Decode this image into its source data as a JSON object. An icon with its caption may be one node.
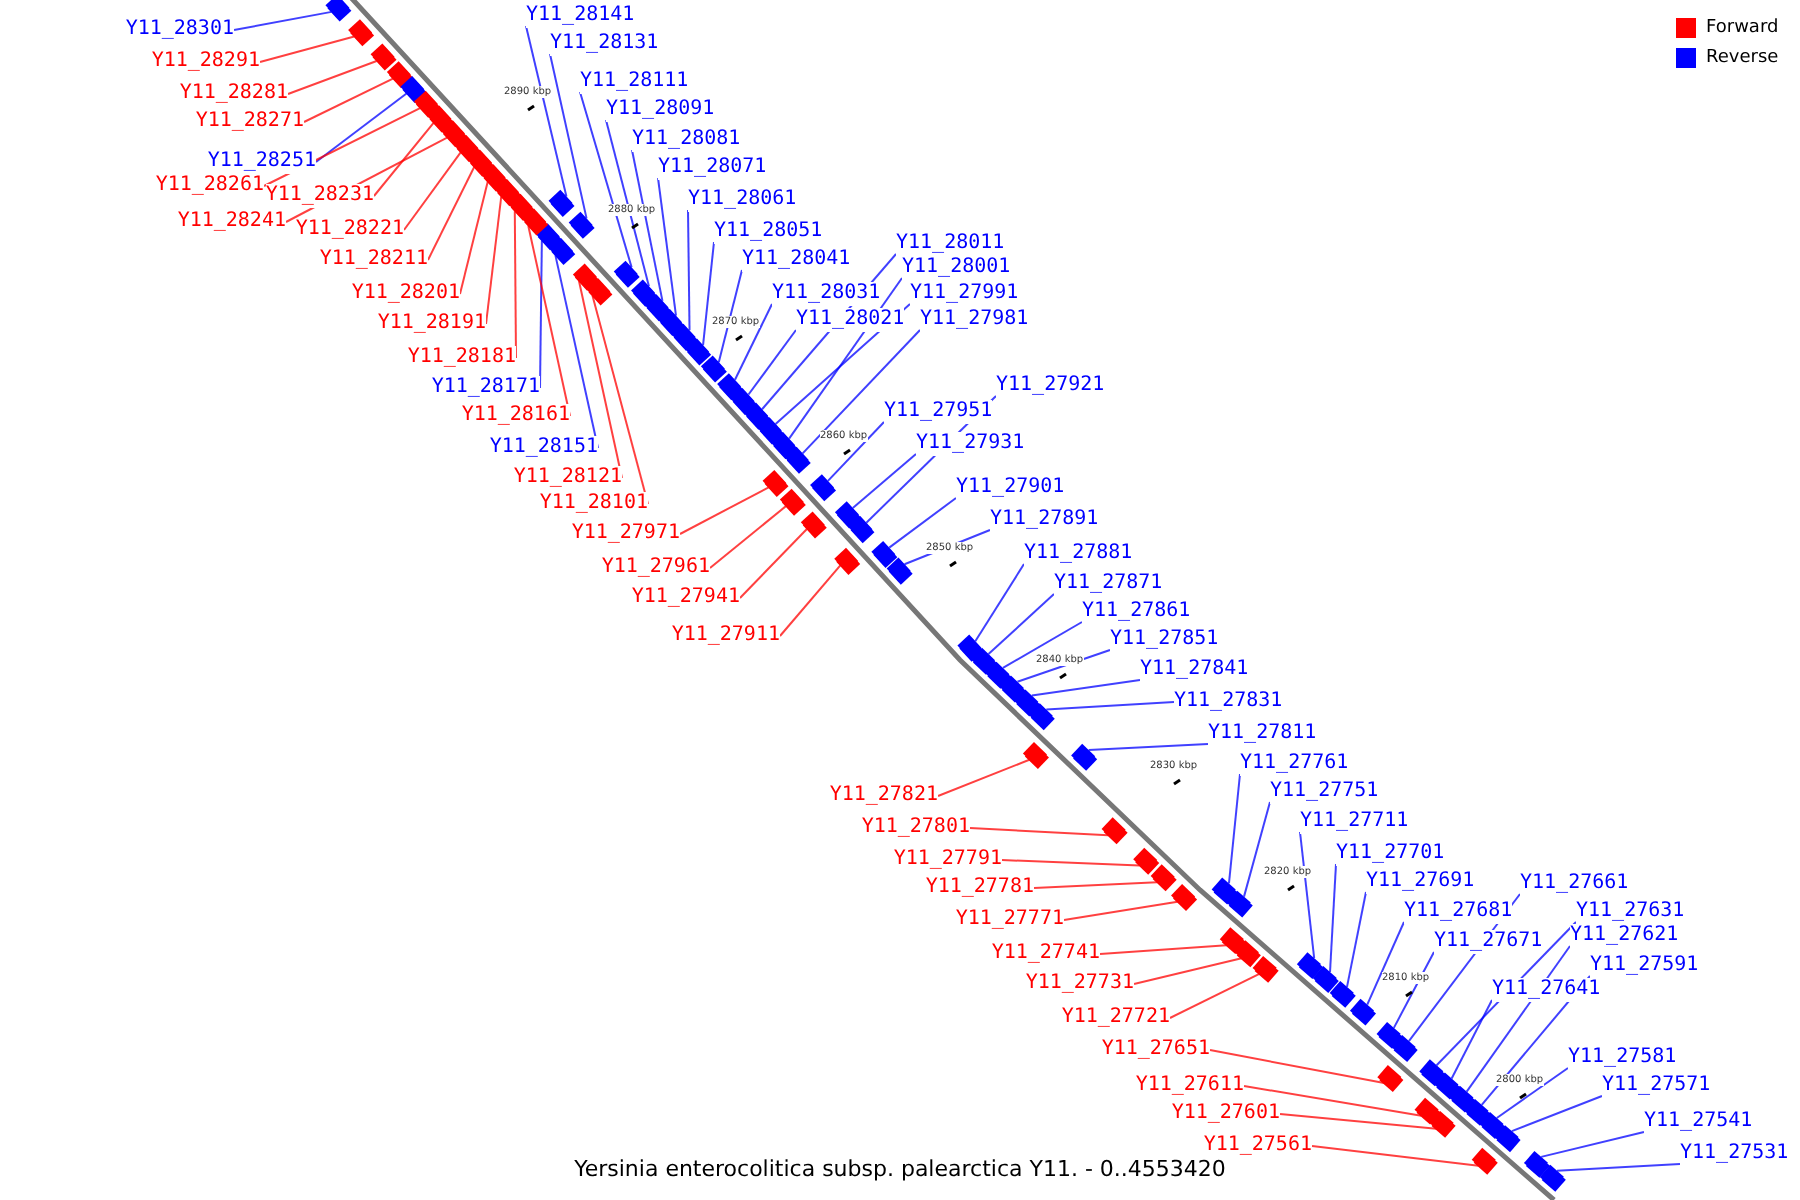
{
  "diagram": {
    "caption": "Yersinia enterocolitica subsp. palearctica Y11. - 0..4553420",
    "nodes": [
      {
        "text": [
          "Y11_28301"
        ]
      },
      {
        "text": [
          "Y11_28291"
        ]
      },
      {
        "text": [
          "Y11_28281"
        ]
      },
      {
        "text": [
          "Y11_28271"
        ]
      },
      {
        "text": [
          "Y11_28251"
        ]
      },
      {
        "text": [
          "Y11_28261"
        ]
      },
      {
        "text": [
          "Y11_28231"
        ]
      },
      {
        "text": [
          "Y11_28241"
        ]
      },
      {
        "text": [
          "Y11_28221"
        ]
      },
      {
        "text": [
          "Y11_28211"
        ]
      },
      {
        "text": [
          "Y11_28201"
        ]
      },
      {
        "text": [
          "Y11_28191"
        ]
      },
      {
        "text": [
          "Y11_28181"
        ]
      },
      {
        "text": [
          "Y11_28171"
        ]
      },
      {
        "text": [
          "Y11_28161"
        ]
      },
      {
        "text": [
          "Y11_28151"
        ]
      },
      {
        "text": [
          "Y11_28121"
        ]
      },
      {
        "text": [
          "Y11_28101"
        ]
      },
      {
        "text": [
          "Y11_27971"
        ]
      },
      {
        "text": [
          "Y11_27961"
        ]
      },
      {
        "text": [
          "Y11_27941"
        ]
      },
      {
        "text": [
          "Y11_27911"
        ]
      },
      {
        "text": [
          "Y11_28141"
        ]
      },
      {
        "text": [
          "Y11_28131"
        ]
      },
      {
        "text": [
          "Y11_28111"
        ]
      },
      {
        "text": [
          "Y11_28091"
        ]
      },
      {
        "text": [
          "Y11_28081"
        ]
      },
      {
        "text": [
          "Y11_28071"
        ]
      },
      {
        "text": [
          "Y11_28061"
        ]
      },
      {
        "text": [
          "Y11_28051"
        ]
      },
      {
        "text": [
          "Y11_28041"
        ]
      },
      {
        "text": [
          "Y11_28031"
        ]
      },
      {
        "text": [
          "Y11_28021"
        ]
      },
      {
        "text": [
          "Y11_28011"
        ]
      },
      {
        "text": [
          "Y11_28001"
        ]
      },
      {
        "text": [
          "Y11_27991"
        ]
      },
      {
        "text": [
          "Y11_27981"
        ]
      },
      {
        "text": [
          "Y11_27921"
        ]
      },
      {
        "text": [
          "Y11_27951"
        ]
      },
      {
        "text": [
          "Y11_27931"
        ]
      },
      {
        "text": [
          "Y11_27901"
        ]
      },
      {
        "text": [
          "Y11_27891"
        ]
      },
      {
        "text": [
          "Y11_27881"
        ]
      },
      {
        "text": [
          "Y11_27871"
        ]
      },
      {
        "text": [
          "Y11_27861"
        ]
      },
      {
        "text": [
          "Y11_27851"
        ]
      },
      {
        "text": [
          "Y11_27841"
        ]
      },
      {
        "text": [
          "Y11_27831"
        ]
      },
      {
        "text": [
          "Y11_27811"
        ]
      },
      {
        "text": [
          "Y11_27761"
        ]
      },
      {
        "text": [
          "Y11_27751"
        ]
      },
      {
        "text": [
          "Y11_27711"
        ]
      },
      {
        "text": [
          "Y11_27701"
        ]
      },
      {
        "text": [
          "Y11_27691"
        ]
      },
      {
        "text": [
          "Y11_27681"
        ]
      },
      {
        "text": [
          "Y11_27671"
        ]
      },
      {
        "text": [
          "Y11_27661"
        ]
      },
      {
        "text": [
          "Y11_27631"
        ]
      },
      {
        "text": [
          "Y11_27621"
        ]
      },
      {
        "text": [
          "Y11_27591"
        ]
      },
      {
        "text": [
          "Y11_27641"
        ]
      },
      {
        "text": [
          "Y11_27581"
        ]
      },
      {
        "text": [
          "Y11_27571"
        ]
      },
      {
        "text": [
          "Y11_27541"
        ]
      },
      {
        "text": [
          "Y11_27531"
        ]
      },
      {
        "text": [
          "Y11_27821"
        ]
      },
      {
        "text": [
          "Y11_27801"
        ]
      },
      {
        "text": [
          "Y11_27791"
        ]
      },
      {
        "text": [
          "Y11_27781"
        ]
      },
      {
        "text": [
          "Y11_27771"
        ]
      },
      {
        "text": [
          "Y11_27741"
        ]
      },
      {
        "text": [
          "Y11_27731"
        ]
      },
      {
        "text": [
          "Y11_27721"
        ]
      },
      {
        "text": [
          "Y11_27651"
        ]
      },
      {
        "text": [
          "Y11_27611"
        ]
      },
      {
        "text": [
          "Y11_27601"
        ]
      },
      {
        "text": [
          "Y11_27561"
        ]
      },
      {
        "text": [],
        "shape": "box"
      },
      {
        "text": [],
        "shape": "box"
      },
      {
        "text": [],
        "shape": "box"
      },
      {
        "text": [],
        "shape": "box"
      },
      {
        "text": [],
        "shape": "box"
      },
      {
        "text": [],
        "shape": "box"
      },
      {
        "text": [],
        "shape": "box"
      },
      {
        "text": [],
        "shape": "box"
      },
      {
        "text": [],
        "shape": "box"
      },
      {
        "text": [],
        "shape": "box"
      },
      {
        "text": [],
        "shape": "box"
      },
      {
        "text": [],
        "shape": "box"
      },
      {
        "text": [],
        "shape": "box"
      },
      {
        "text": [],
        "shape": "box"
      },
      {
        "text": [],
        "shape": "box"
      },
      {
        "text": [],
        "shape": "box"
      },
      {
        "text": [],
        "shape": "box"
      },
      {
        "text": [],
        "shape": "box"
      },
      {
        "text": [],
        "shape": "box"
      },
      {
        "text": [],
        "shape": "box"
      },
      {
        "text": [],
        "shape": "box"
      },
      {
        "text": [],
        "shape": "box"
      },
      {
        "text": [],
        "shape": "box"
      },
      {
        "text": [],
        "shape": "box"
      },
      {
        "text": [],
        "shape": "box"
      },
      {
        "text": [],
        "shape": "box"
      },
      {
        "text": [],
        "shape": "box"
      },
      {
        "text": [],
        "shape": "box"
      },
      {
        "text": [],
        "shape": "box"
      },
      {
        "text": [],
        "shape": "box"
      },
      {
        "text": [],
        "shape": "box"
      },
      {
        "text": [],
        "shape": "box"
      },
      {
        "text": [],
        "shape": "box"
      },
      {
        "text": [],
        "shape": "box"
      },
      {
        "text": [],
        "shape": "box"
      },
      {
        "text": [],
        "shape": "box"
      },
      {
        "text": [],
        "shape": "box"
      },
      {
        "text": [],
        "shape": "box"
      },
      {
        "text": [],
        "shape": "box"
      },
      {
        "text": [],
        "shape": "box"
      },
      {
        "text": [],
        "shape": "box"
      },
      {
        "text": [],
        "shape": "box"
      },
      {
        "text": [],
        "shape": "box"
      },
      {
        "text": [],
        "shape": "box"
      },
      {
        "text": [],
        "shape": "box"
      },
      {
        "text": [],
        "shape": "box"
      },
      {
        "text": [],
        "shape": "box"
      },
      {
        "text": [],
        "shape": "box"
      },
      {
        "text": [],
        "shape": "box"
      },
      {
        "text": [],
        "shape": "box"
      },
      {
        "text": [],
        "shape": "box"
      },
      {
        "text": [],
        "shape": "box"
      },
      {
        "text": [],
        "shape": "box"
      },
      {
        "text": [],
        "shape": "box"
      },
      {
        "text": [],
        "shape": "box"
      },
      {
        "text": [],
        "shape": "box"
      },
      {
        "text": [],
        "shape": "box"
      },
      {
        "text": [],
        "shape": "box"
      },
      {
        "text": [],
        "shape": "box"
      },
      {
        "text": [],
        "shape": "box"
      },
      {
        "text": [],
        "shape": "box"
      },
      {
        "text": [],
        "shape": "box"
      },
      {
        "text": [],
        "shape": "box"
      },
      {
        "text": [],
        "shape": "box"
      },
      {
        "text": [],
        "shape": "box"
      },
      {
        "text": [],
        "shape": "box"
      },
      {
        "text": [],
        "shape": "box"
      },
      {
        "text": [],
        "shape": "box"
      },
      {
        "text": [],
        "shape": "box"
      },
      {
        "text": [],
        "shape": "box"
      },
      {
        "text": [],
        "shape": "box"
      },
      {
        "text": [],
        "shape": "box"
      },
      {
        "text": [],
        "shape": "box"
      },
      {
        "text": [],
        "shape": "box"
      },
      {
        "text": [],
        "shape": "box"
      },
      {
        "text": [],
        "shape": "box"
      },
      {
        "text": [],
        "shape": "box"
      }
    ],
    "edges": [
      {
        "from": 0,
        "to": 77,
        "arrow": "none",
        "color": "#0000ff"
      },
      {
        "from": 1,
        "to": 78,
        "arrow": "none",
        "color": "#ff0000"
      },
      {
        "from": 2,
        "to": 79,
        "arrow": "none",
        "color": "#ff0000"
      },
      {
        "from": 3,
        "to": 80,
        "arrow": "none",
        "color": "#ff0000"
      },
      {
        "from": 4,
        "to": 81,
        "arrow": "none",
        "color": "#0000ff"
      },
      {
        "from": 5,
        "to": 82,
        "arrow": "none",
        "color": "#ff0000"
      },
      {
        "from": 6,
        "to": 83,
        "arrow": "none",
        "color": "#ff0000"
      },
      {
        "from": 7,
        "to": 84,
        "arrow": "none",
        "color": "#ff0000"
      },
      {
        "from": 8,
        "to": 85,
        "arrow": "none",
        "color": "#ff0000"
      },
      {
        "from": 9,
        "to": 86,
        "arrow": "none",
        "color": "#ff0000"
      },
      {
        "from": 10,
        "to": 87,
        "arrow": "none",
        "color": "#ff0000"
      },
      {
        "from": 11,
        "to": 88,
        "arrow": "none",
        "color": "#ff0000"
      },
      {
        "from": 12,
        "to": 89,
        "arrow": "none",
        "color": "#ff0000"
      },
      {
        "from": 13,
        "to": 90,
        "arrow": "none",
        "color": "#0000ff"
      },
      {
        "from": 14,
        "to": 91,
        "arrow": "none",
        "color": "#ff0000"
      },
      {
        "from": 15,
        "to": 92,
        "arrow": "none",
        "color": "#0000ff"
      },
      {
        "from": 16,
        "to": 93,
        "arrow": "none",
        "color": "#ff0000"
      },
      {
        "from": 17,
        "to": 94,
        "arrow": "none",
        "color": "#ff0000"
      },
      {
        "from": 18,
        "to": 95,
        "arrow": "none",
        "color": "#ff0000"
      },
      {
        "from": 19,
        "to": 96,
        "arrow": "none",
        "color": "#ff0000"
      },
      {
        "from": 20,
        "to": 97,
        "arrow": "none",
        "color": "#ff0000"
      },
      {
        "from": 21,
        "to": 98,
        "arrow": "none",
        "color": "#ff0000"
      },
      {
        "from": 22,
        "to": 99,
        "arrow": "none",
        "color": "#0000ff"
      },
      {
        "from": 23,
        "to": 100,
        "arrow": "none",
        "color": "#0000ff"
      },
      {
        "from": 24,
        "to": 101,
        "arrow": "none",
        "color": "#0000ff"
      },
      {
        "from": 25,
        "to": 102,
        "arrow": "none",
        "color": "#0000ff"
      },
      {
        "from": 26,
        "to": 103,
        "arrow": "none",
        "color": "#0000ff"
      },
      {
        "from": 27,
        "to": 104,
        "arrow": "none",
        "color": "#0000ff"
      },
      {
        "from": 28,
        "to": 105,
        "arrow": "none",
        "color": "#0000ff"
      },
      {
        "from": 29,
        "to": 106,
        "arrow": "none",
        "color": "#0000ff"
      },
      {
        "from": 30,
        "to": 107,
        "arrow": "none",
        "color": "#0000ff"
      },
      {
        "from": 31,
        "to": 108,
        "arrow": "none",
        "color": "#0000ff"
      },
      {
        "from": 32,
        "to": 109,
        "arrow": "none",
        "color": "#0000ff"
      },
      {
        "from": 33,
        "to": 110,
        "arrow": "none",
        "color": "#0000ff"
      },
      {
        "from": 34,
        "to": 111,
        "arrow": "none",
        "color": "#0000ff"
      },
      {
        "from": 35,
        "to": 112,
        "arrow": "none",
        "color": "#0000ff"
      },
      {
        "from": 36,
        "to": 113,
        "arrow": "none",
        "color": "#0000ff"
      },
      {
        "from": 37,
        "to": 114,
        "arrow": "none",
        "color": "#0000ff"
      },
      {
        "from": 38,
        "to": 115,
        "arrow": "none",
        "color": "#0000ff"
      },
      {
        "from": 39,
        "to": 116,
        "arrow": "none",
        "color": "#0000ff"
      },
      {
        "from": 40,
        "to": 117,
        "arrow": "none",
        "color": "#0000ff"
      },
      {
        "from": 41,
        "to": 118,
        "arrow": "none",
        "color": "#0000ff"
      },
      {
        "from": 42,
        "to": 119,
        "arrow": "none",
        "color": "#0000ff"
      },
      {
        "from": 43,
        "to": 120,
        "arrow": "none",
        "color": "#0000ff"
      },
      {
        "from": 44,
        "to": 121,
        "arrow": "none",
        "color": "#0000ff"
      },
      {
        "from": 45,
        "to": 122,
        "arrow": "none",
        "color": "#0000ff"
      },
      {
        "from": 46,
        "to": 123,
        "arrow": "none",
        "color": "#0000ff"
      },
      {
        "from": 47,
        "to": 124,
        "arrow": "none",
        "color": "#0000ff"
      },
      {
        "from": 48,
        "to": 125,
        "arrow": "none",
        "color": "#0000ff"
      },
      {
        "from": 49,
        "to": 126,
        "arrow": "none",
        "color": "#0000ff"
      },
      {
        "from": 50,
        "to": 127,
        "arrow": "none",
        "color": "#0000ff"
      },
      {
        "from": 51,
        "to": 128,
        "arrow": "none",
        "color": "#0000ff"
      },
      {
        "from": 52,
        "to": 129,
        "arrow": "none",
        "color": "#0000ff"
      },
      {
        "from": 53,
        "to": 130,
        "arrow": "none",
        "color": "#0000ff"
      },
      {
        "from": 54,
        "to": 131,
        "arrow": "none",
        "color": "#0000ff"
      },
      {
        "from": 55,
        "to": 132,
        "arrow": "none",
        "color": "#0000ff"
      },
      {
        "from": 56,
        "to": 133,
        "arrow": "none",
        "color": "#0000ff"
      },
      {
        "from": 57,
        "to": 134,
        "arrow": "none",
        "color": "#0000ff"
      },
      {
        "from": 58,
        "to": 135,
        "arrow": "none",
        "color": "#0000ff"
      },
      {
        "from": 59,
        "to": 136,
        "arrow": "none",
        "color": "#0000ff"
      },
      {
        "from": 60,
        "to": 137,
        "arrow": "none",
        "color": "#0000ff"
      },
      {
        "from": 61,
        "to": 138,
        "arrow": "none",
        "color": "#0000ff"
      },
      {
        "from": 62,
        "to": 139,
        "arrow": "none",
        "color": "#0000ff"
      },
      {
        "from": 63,
        "to": 140,
        "arrow": "none",
        "color": "#0000ff"
      },
      {
        "from": 64,
        "to": 141,
        "arrow": "none",
        "color": "#0000ff"
      },
      {
        "from": 65,
        "to": 142,
        "arrow": "none",
        "color": "#ff0000"
      },
      {
        "from": 66,
        "to": 143,
        "arrow": "none",
        "color": "#ff0000"
      },
      {
        "from": 67,
        "to": 144,
        "arrow": "none",
        "color": "#ff0000"
      },
      {
        "from": 68,
        "to": 145,
        "arrow": "none",
        "color": "#ff0000"
      },
      {
        "from": 69,
        "to": 146,
        "arrow": "none",
        "color": "#ff0000"
      },
      {
        "from": 70,
        "to": 147,
        "arrow": "none",
        "color": "#ff0000"
      },
      {
        "from": 71,
        "to": 148,
        "arrow": "none",
        "color": "#ff0000"
      },
      {
        "from": 72,
        "to": 149,
        "arrow": "none",
        "color": "#ff0000"
      },
      {
        "from": 73,
        "to": 150,
        "arrow": "none",
        "color": "#ff0000"
      },
      {
        "from": 74,
        "to": 151,
        "arrow": "none",
        "color": "#ff0000"
      },
      {
        "from": 75,
        "to": 152,
        "arrow": "none",
        "color": "#ff0000"
      },
      {
        "from": 76,
        "to": 153,
        "arrow": "none",
        "color": "#ff0000"
      }
    ],
    "labels": [
      "2890 kbp",
      "2880 kbp",
      "2870 kbp",
      "2860 kbp",
      "2850 kbp",
      "2840 kbp",
      "2830 kbp",
      "2820 kbp",
      "2810 kbp",
      "2800 kbp"
    ],
    "legend": [
      {
        "text": "Forward",
        "color": "#ff0000"
      },
      {
        "text": "Reverse",
        "color": "#0000ff"
      }
    ]
  }
}
